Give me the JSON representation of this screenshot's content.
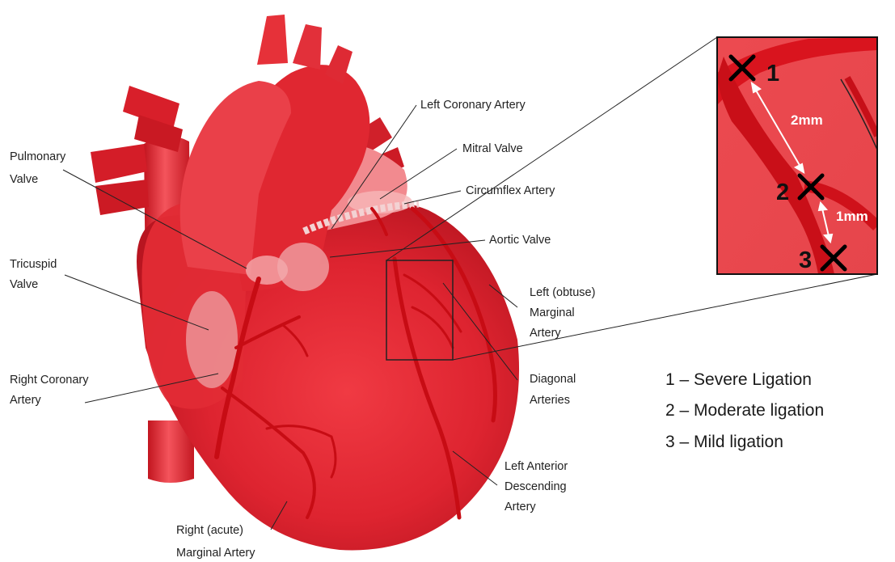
{
  "labels": {
    "left_coronary_artery": "Left Coronary Artery",
    "mitral_valve": "Mitral Valve",
    "pulmonary_valve": [
      "Pulmonary",
      "Valve"
    ],
    "circumflex_artery": "Circumflex Artery",
    "aortic_valve": "Aortic Valve",
    "tricuspid_valve": [
      "Tricuspid",
      "Valve"
    ],
    "left_obtuse_marginal_artery": [
      "Left (obtuse)",
      "Marginal",
      "Artery"
    ],
    "right_coronary_artery": [
      "Right Coronary",
      "Artery"
    ],
    "diagonal_arteries": [
      "Diagonal",
      "Arteries"
    ],
    "left_anterior_descending_artery": [
      "Left Anterior",
      "Descending",
      "Artery"
    ],
    "right_acute_marginal_artery": [
      "Right (acute)",
      "Marginal Artery"
    ]
  },
  "inset": {
    "markers": [
      "1",
      "2",
      "3"
    ],
    "distances": [
      "2mm",
      "1mm"
    ]
  },
  "legend": [
    "1 – Severe Ligation",
    "2 – Moderate ligation",
    "3 – Mild ligation"
  ],
  "colors": {
    "heart": "#e0242e",
    "heart_dark": "#b5121c",
    "artery": "#cc0d15",
    "marker": "#000000"
  }
}
